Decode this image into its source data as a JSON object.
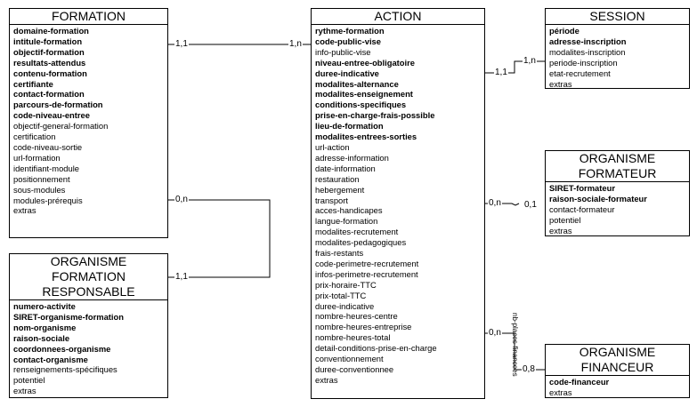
{
  "entities": {
    "formation": {
      "title": "FORMATION",
      "attributes": [
        {
          "label": "domaine-formation",
          "bold": true
        },
        {
          "label": "intitule-formation",
          "bold": true
        },
        {
          "label": "objectif-formation",
          "bold": true
        },
        {
          "label": "resultats-attendus",
          "bold": true
        },
        {
          "label": "contenu-formation",
          "bold": true
        },
        {
          "label": "certifiante",
          "bold": true
        },
        {
          "label": "contact-formation",
          "bold": true
        },
        {
          "label": "parcours-de-formation",
          "bold": true
        },
        {
          "label": "code-niveau-entree",
          "bold": true
        },
        {
          "label": "objectif-general-formation",
          "bold": false
        },
        {
          "label": "certification",
          "bold": false
        },
        {
          "label": "code-niveau-sortie",
          "bold": false
        },
        {
          "label": "url-formation",
          "bold": false
        },
        {
          "label": "identifiant-module",
          "bold": false
        },
        {
          "label": "positionnement",
          "bold": false
        },
        {
          "label": "sous-modules",
          "bold": false
        },
        {
          "label": "modules-prérequis",
          "bold": false
        },
        {
          "label": "extras",
          "bold": false
        }
      ]
    },
    "organisme_formation_responsable": {
      "title": "ORGANISME FORMATION RESPONSABLE",
      "attributes": [
        {
          "label": "numero-activite",
          "bold": true
        },
        {
          "label": "SIRET-organisme-formation",
          "bold": true
        },
        {
          "label": "nom-organisme",
          "bold": true
        },
        {
          "label": "raison-sociale",
          "bold": true
        },
        {
          "label": "coordonnees-organisme",
          "bold": true
        },
        {
          "label": "contact-organisme",
          "bold": true
        },
        {
          "label": "renseignements-spécifiques",
          "bold": false
        },
        {
          "label": "potentiel",
          "bold": false
        },
        {
          "label": "extras",
          "bold": false
        }
      ]
    },
    "action": {
      "title": "ACTION",
      "attributes": [
        {
          "label": "rythme-formation",
          "bold": true
        },
        {
          "label": "code-public-vise",
          "bold": true
        },
        {
          "label": "info-public-vise",
          "bold": false
        },
        {
          "label": "niveau-entree-obligatoire",
          "bold": true
        },
        {
          "label": "duree-indicative",
          "bold": true
        },
        {
          "label": "modalites-alternance",
          "bold": true
        },
        {
          "label": "modalites-enseignement",
          "bold": true
        },
        {
          "label": "conditions-specifiques",
          "bold": true
        },
        {
          "label": "prise-en-charge-frais-possible",
          "bold": true
        },
        {
          "label": "lieu-de-formation",
          "bold": true
        },
        {
          "label": "modalites-entrees-sorties",
          "bold": true
        },
        {
          "label": "url-action",
          "bold": false
        },
        {
          "label": "adresse-information",
          "bold": false
        },
        {
          "label": "date-information",
          "bold": false
        },
        {
          "label": "restauration",
          "bold": false
        },
        {
          "label": "hebergement",
          "bold": false
        },
        {
          "label": "transport",
          "bold": false
        },
        {
          "label": "acces-handicapes",
          "bold": false
        },
        {
          "label": "langue-formation",
          "bold": false
        },
        {
          "label": "modalites-recrutement",
          "bold": false
        },
        {
          "label": "modalites-pedagogiques",
          "bold": false
        },
        {
          "label": "frais-restants",
          "bold": false
        },
        {
          "label": "code-perimetre-recrutement",
          "bold": false
        },
        {
          "label": "infos-perimetre-recrutement",
          "bold": false
        },
        {
          "label": "prix-horaire-TTC",
          "bold": false
        },
        {
          "label": "prix-total-TTC",
          "bold": false
        },
        {
          "label": "duree-indicative",
          "bold": false
        },
        {
          "label": "nombre-heures-centre",
          "bold": false
        },
        {
          "label": "nombre-heures-entreprise",
          "bold": false
        },
        {
          "label": "nombre-heures-total",
          "bold": false
        },
        {
          "label": "detail-conditions-prise-en-charge",
          "bold": false
        },
        {
          "label": "conventionnement",
          "bold": false
        },
        {
          "label": "duree-conventionnee",
          "bold": false
        },
        {
          "label": "extras",
          "bold": false
        }
      ]
    },
    "session": {
      "title": "SESSION",
      "attributes": [
        {
          "label": "période",
          "bold": true
        },
        {
          "label": "adresse-inscription",
          "bold": true
        },
        {
          "label": "modalites-inscription",
          "bold": false
        },
        {
          "label": "periode-inscription",
          "bold": false
        },
        {
          "label": "etat-recrutement",
          "bold": false
        },
        {
          "label": "extras",
          "bold": false
        }
      ]
    },
    "organisme_formateur": {
      "title": "ORGANISME FORMATEUR",
      "attributes": [
        {
          "label": "SIRET-formateur",
          "bold": true
        },
        {
          "label": "raison-sociale-formateur",
          "bold": true
        },
        {
          "label": "contact-formateur",
          "bold": false
        },
        {
          "label": "potentiel",
          "bold": false
        },
        {
          "label": "extras",
          "bold": false
        }
      ]
    },
    "organisme_financeur": {
      "title": "ORGANISME FINANCEUR",
      "attributes": [
        {
          "label": "code-financeur",
          "bold": true
        },
        {
          "label": "extras",
          "bold": false
        }
      ]
    }
  },
  "cardinalities": {
    "formation_action_left": "1,1",
    "formation_action_right": "1,n",
    "formation_responsable_top": "0,n",
    "formation_responsable_bottom": "1,1",
    "action_session_left": "1,1",
    "action_session_right": "1,n",
    "action_formateur_left": "0,n",
    "action_formateur_right": "0,1",
    "action_financeur_left": "0,n",
    "action_financeur_right": "0,8"
  },
  "relation_labels": {
    "action_financeur": "nb-places-financees"
  }
}
